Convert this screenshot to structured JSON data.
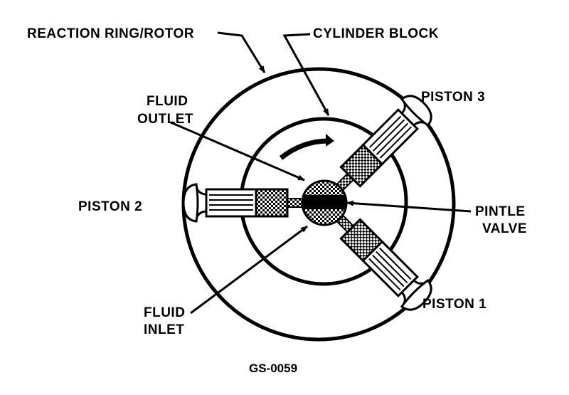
{
  "labels": {
    "reaction_ring": "REACTION RING/ROTOR",
    "cylinder_block": "CYLINDER BLOCK",
    "fluid_outlet_1": "FLUID",
    "fluid_outlet_2": "OUTLET",
    "piston_3": "PISTON  3",
    "piston_2": "PISTON  2",
    "piston_1": "PISTON  1",
    "pintle_valve_1": "PINTLE",
    "pintle_valve_2": "VALVE",
    "fluid_inlet_1": "FLUID",
    "fluid_inlet_2": "INLET",
    "figure_code": "GS-0059"
  }
}
